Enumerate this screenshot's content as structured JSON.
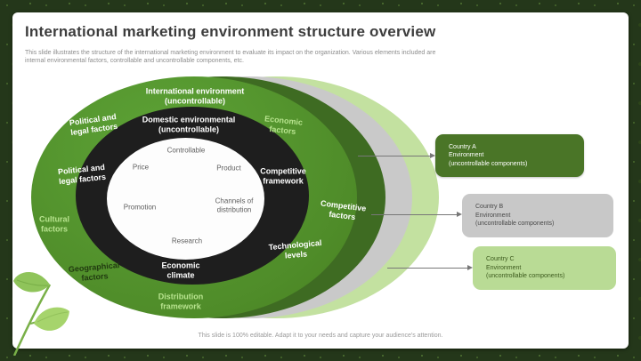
{
  "slide": {
    "title": "International marketing environment structure overview",
    "subtitle": "This slide illustrates the structure of the international marketing environment to evaluate its impact on the organization. Various elements included are internal environmental factors, controllable and uncontrollable components, etc.",
    "footer": "This slide is 100% editable. Adapt it to your needs and capture your audience's attention."
  },
  "labels": {
    "international_environment": [
      "International environment",
      "(uncontrollable)"
    ],
    "political_legal_outer": [
      "Political and",
      "legal factors"
    ],
    "economic_factors": [
      "Economic",
      "factors"
    ],
    "cultural_factors": [
      "Cultural",
      "factors"
    ],
    "geographical_factors": [
      "Geographical",
      "factors"
    ],
    "distribution_framework": [
      "Distribution",
      "framework"
    ],
    "competitive_factors": [
      "Competitive",
      "factors"
    ],
    "domestic_environmental": [
      "Domestic environmental",
      "(uncontrollable)"
    ],
    "political_legal_inner": [
      "Political and",
      "legal factors"
    ],
    "competitive_framework": [
      "Competitive",
      "framework"
    ],
    "technological_levels": [
      "Technological",
      "levels"
    ],
    "economic_climate": [
      "Economic",
      "climate"
    ],
    "controllable": "Controllable",
    "price": "Price",
    "product": "Product",
    "promotion": "Promotion",
    "channels_of_distribution": [
      "Channels of",
      "distribution"
    ],
    "research": "Research"
  },
  "boxes": [
    {
      "id": "country-a",
      "lines": [
        "Country A",
        "Environment",
        "(uncontrollable components)"
      ]
    },
    {
      "id": "country-b",
      "lines": [
        "Country B",
        "Environment",
        "(uncontrollable components)"
      ]
    },
    {
      "id": "country-c",
      "lines": [
        "Country C",
        "Environment",
        "(uncontrollable components)"
      ]
    }
  ],
  "colors": {
    "main_green": "#4f8c29",
    "dark_green": "#3e6b22",
    "gray_ellipse": "#c9c9c9",
    "pale_green": "#c3e1a0",
    "black_ring": "#1e1e1e",
    "light_green_text": "#b7e38e",
    "box_a_bg": "#4a7527",
    "box_b_bg": "#c8c8c8",
    "box_c_bg": "#b9db95"
  }
}
